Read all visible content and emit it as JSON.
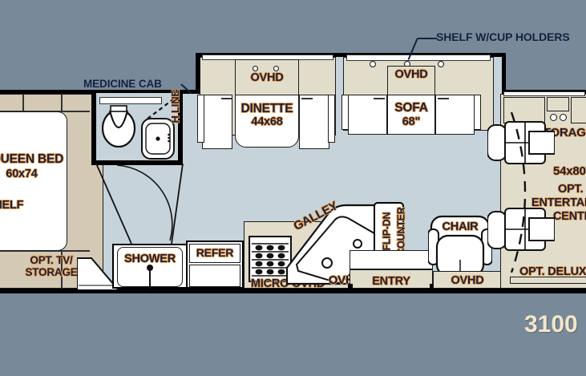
{
  "document": {
    "type": "rv-floorplan",
    "model_number": "3100",
    "background_color": "#78899a",
    "floor_color": "#c7d3da",
    "cabinet_color": "#d4c9b5",
    "furniture_color": "#e2ddcb",
    "label_text_color": "#15213f",
    "label_outline_color": "#f0a050",
    "model_text_color": "#f3e6c8"
  },
  "callouts": [
    {
      "id": "shelf-cup-holders",
      "text": "SHELF W/CUP HOLDERS"
    },
    {
      "id": "medicine-cab",
      "text": "MEDICINE CAB"
    }
  ],
  "rooms": {
    "bedroom": {
      "bed_label": "QUEEN BED",
      "bed_size": "60x74",
      "shelf_label": "SHELF",
      "opt_tv_line1": "OPT. TV/",
      "opt_tv_line2": "STORAGE"
    },
    "bathroom": {
      "shower_label": "SHOWER",
      "vertical_label": "H LINE"
    },
    "kitchen": {
      "refer_label": "REFER",
      "micro_ovhd_label": "MICRO OVHD",
      "galley_label": "GALLEY",
      "galley_ovhd_label": "OVHD",
      "flipdn_line1": "FLIP-DN",
      "flipdn_line2": "COUNTER"
    },
    "dinette": {
      "ovhd_label": "OVHD",
      "name_label": "DINETTE",
      "size_label": "44x68"
    },
    "living": {
      "sofa_ovhd_label": "OVHD",
      "sofa_label": "SOFA",
      "sofa_size": "68\"",
      "chair_label": "CHAIR",
      "chair_ovhd_label": "OVHD",
      "entry_label": "ENTRY"
    },
    "rear": {
      "storage_label": "STORAGE",
      "bed_size_label": "54x80",
      "opt_line1": "OPT.",
      "opt_line2": "ENTERTAINMENT",
      "opt_line3": "CENTER",
      "opt_deluxe_label": "OPT. DELUXE"
    }
  }
}
